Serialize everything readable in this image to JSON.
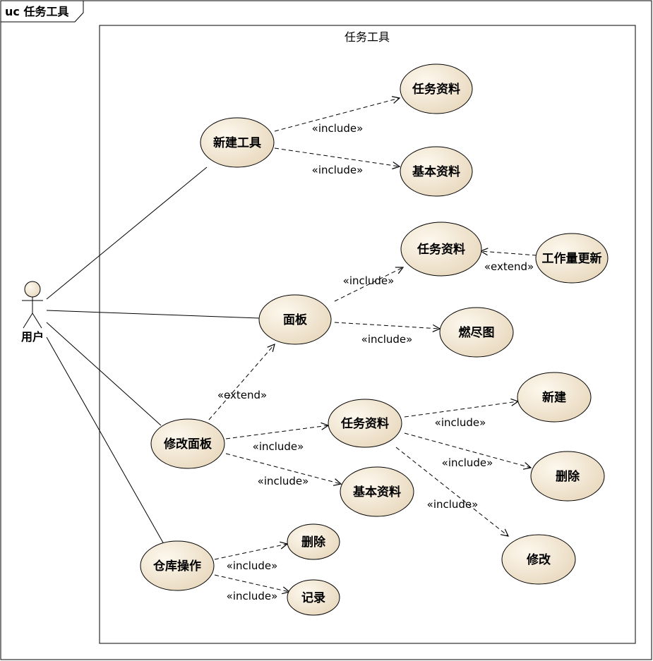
{
  "frame": {
    "title": "uc 任务工具"
  },
  "system": {
    "title": "任务工具"
  },
  "actor": {
    "label": "用户"
  },
  "use_cases": {
    "new_tool": "新建工具",
    "task_info_1": "任务资料",
    "basic_info_1": "基本资料",
    "panel": "面板",
    "task_info_2": "任务资料",
    "workload_update": "工作量更新",
    "burndown": "燃尽图",
    "modify_panel": "修改面板",
    "task_info_3": "任务资料",
    "create": "新建",
    "delete_1": "删除",
    "modify": "修改",
    "basic_info_2": "基本资料",
    "warehouse_ops": "仓库操作",
    "delete_2": "删除",
    "record": "记录"
  },
  "relations": {
    "r1": "«include»",
    "r2": "«include»",
    "r3": "«include»",
    "r4": "«extend»",
    "r5": "«include»",
    "r6": "«extend»",
    "r7": "«include»",
    "r8": "«include»",
    "r9": "«include»",
    "r10": "«include»",
    "r11": "«include»",
    "r12": "«include»",
    "r13": "«include»"
  },
  "colors": {
    "usecase_fill_light": "#fdf8ee",
    "usecase_fill_dark": "#e8d8bd",
    "line": "#000000"
  }
}
